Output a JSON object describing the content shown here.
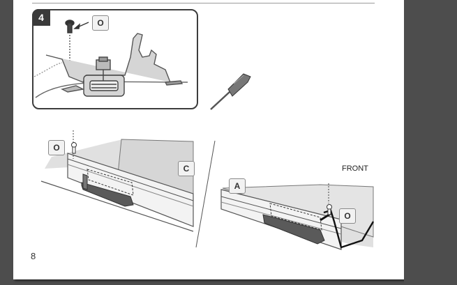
{
  "step": {
    "number": "4"
  },
  "callouts": {
    "clip_top": "O",
    "clip_left": "O",
    "clip_right": "O",
    "part_c": "C",
    "part_a": "A"
  },
  "front_label": "FRONT",
  "page_number": "8",
  "icons": {
    "tool": "screwdriver-icon"
  }
}
